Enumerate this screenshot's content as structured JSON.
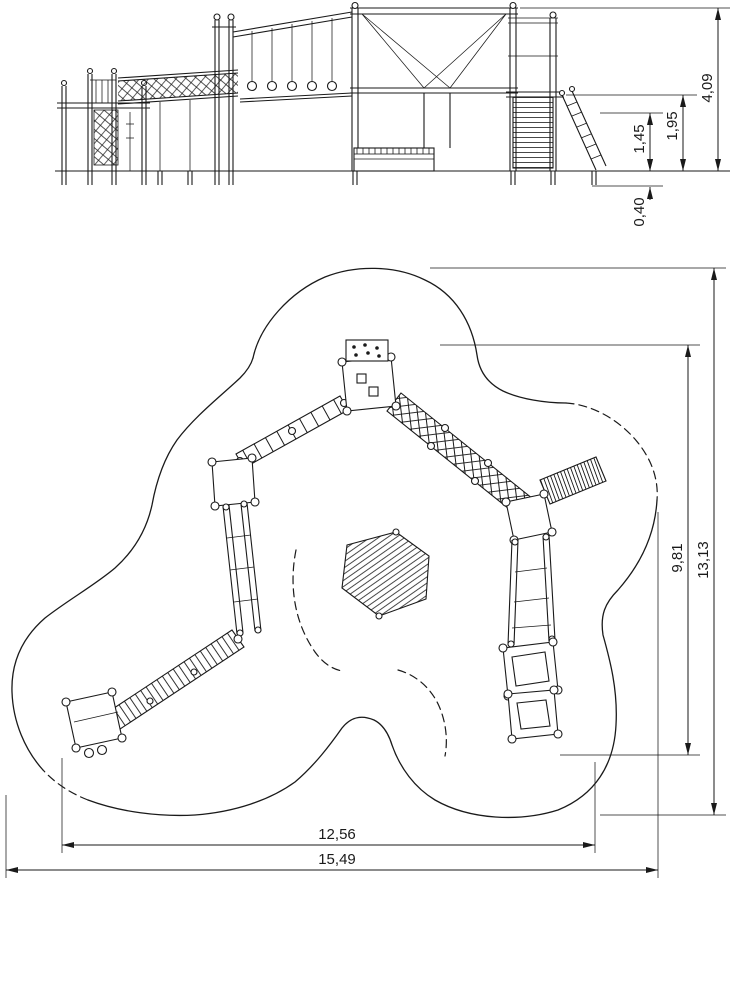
{
  "colors": {
    "line": "#1a1a1a",
    "background": "#ffffff"
  },
  "elevation": {
    "dims": {
      "total_height": "4,09",
      "platform_height_high": "1,95",
      "platform_height_low": "1,45",
      "foundation_depth": "0,40"
    }
  },
  "plan": {
    "dims": {
      "inner_depth": "9,81",
      "overall_depth": "13,13",
      "inner_width": "12,56",
      "overall_width": "15,49"
    }
  }
}
